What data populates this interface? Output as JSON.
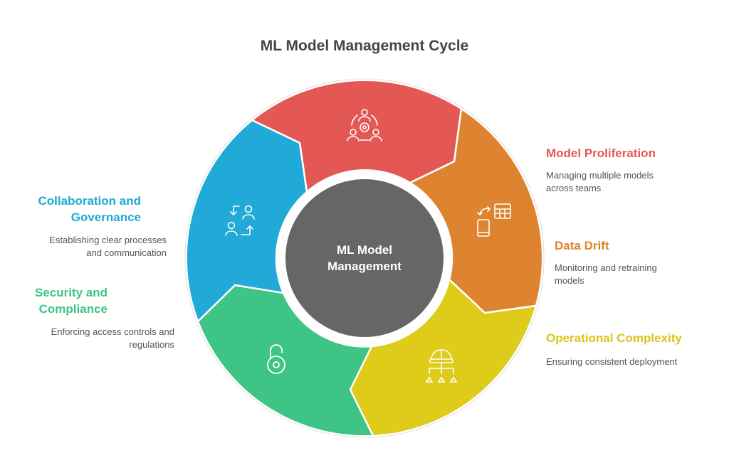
{
  "title": "ML Model Management Cycle",
  "center": {
    "line1": "ML Model",
    "line2": "Management",
    "color": "#666666"
  },
  "segments": [
    {
      "name": "Model Proliferation",
      "description_line1": "Managing multiple models",
      "description_line2": "across teams",
      "color": "#E35855",
      "icon": "team-gear-icon"
    },
    {
      "name": "Data Drift",
      "description_line1": "Monitoring and retraining",
      "description_line2": "models",
      "color": "#DE8431",
      "icon": "device-sync-table-icon"
    },
    {
      "name": "Operational Complexity",
      "description_line1": "Ensuring consistent deployment",
      "color": "#DFCB1A",
      "icon": "hardhat-hierarchy-icon"
    },
    {
      "name_line1": "Security and",
      "name_line2": "Compliance",
      "description_line1": "Enforcing access controls and",
      "description_line2": "regulations",
      "color": "#3EC484",
      "icon": "unlock-icon"
    },
    {
      "name_line1": "Collaboration and",
      "name_line2": "Governance",
      "description_line1": "Establishing clear processes",
      "description_line2": "and communication",
      "color": "#21A9D8",
      "icon": "people-exchange-icon"
    }
  ]
}
